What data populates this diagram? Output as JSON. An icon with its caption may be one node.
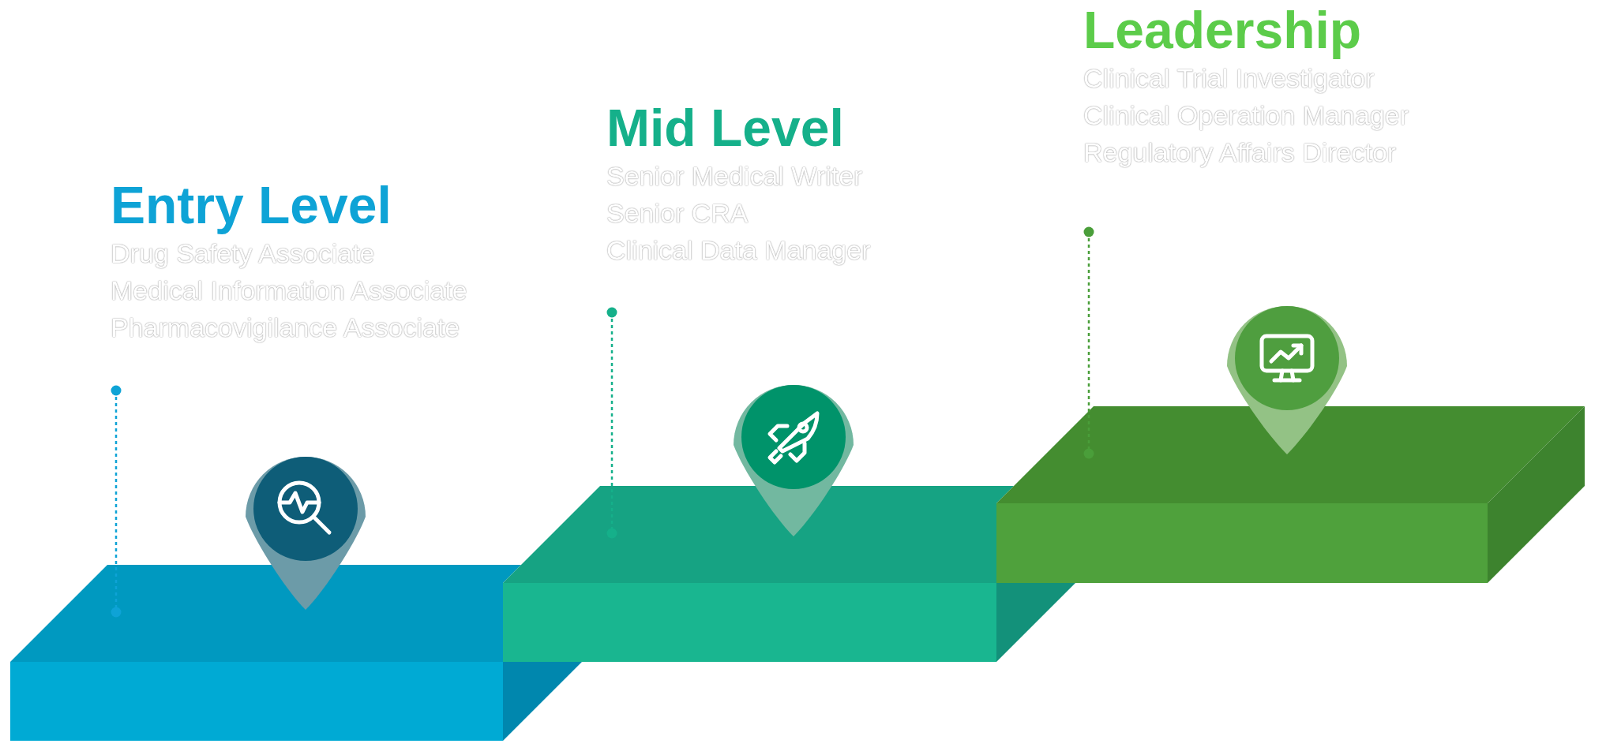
{
  "diagram": {
    "nodes": [
      {
        "text": [
          "Entry Level",
          "Drug Safety Associate",
          "Medical Information Associate",
          "Pharmacovigilance Associate"
        ]
      },
      {
        "text": [],
        "shape": "box"
      },
      {
        "text": [
          "Mid Level",
          "Senior Medical Writer",
          "Senior CRA",
          "Clinical Data Manager"
        ]
      },
      {
        "text": [],
        "shape": "box"
      },
      {
        "text": [
          "Leadership",
          "Clinical Trial Investigator",
          "Clinical Operation Manager",
          "Regulatory Affairs Director"
        ]
      },
      {
        "text": [],
        "shape": "box"
      }
    ],
    "edges": [
      {
        "from": 0,
        "to": 1,
        "arrow": "other",
        "style": "dashed",
        "color": "#0ea3d6"
      },
      {
        "from": 2,
        "to": 3,
        "arrow": "other",
        "style": "dashed",
        "color": "#15b08a"
      },
      {
        "from": 4,
        "to": 5,
        "arrow": "other",
        "style": "dashed",
        "color": "#4a9e3a"
      }
    ]
  }
}
